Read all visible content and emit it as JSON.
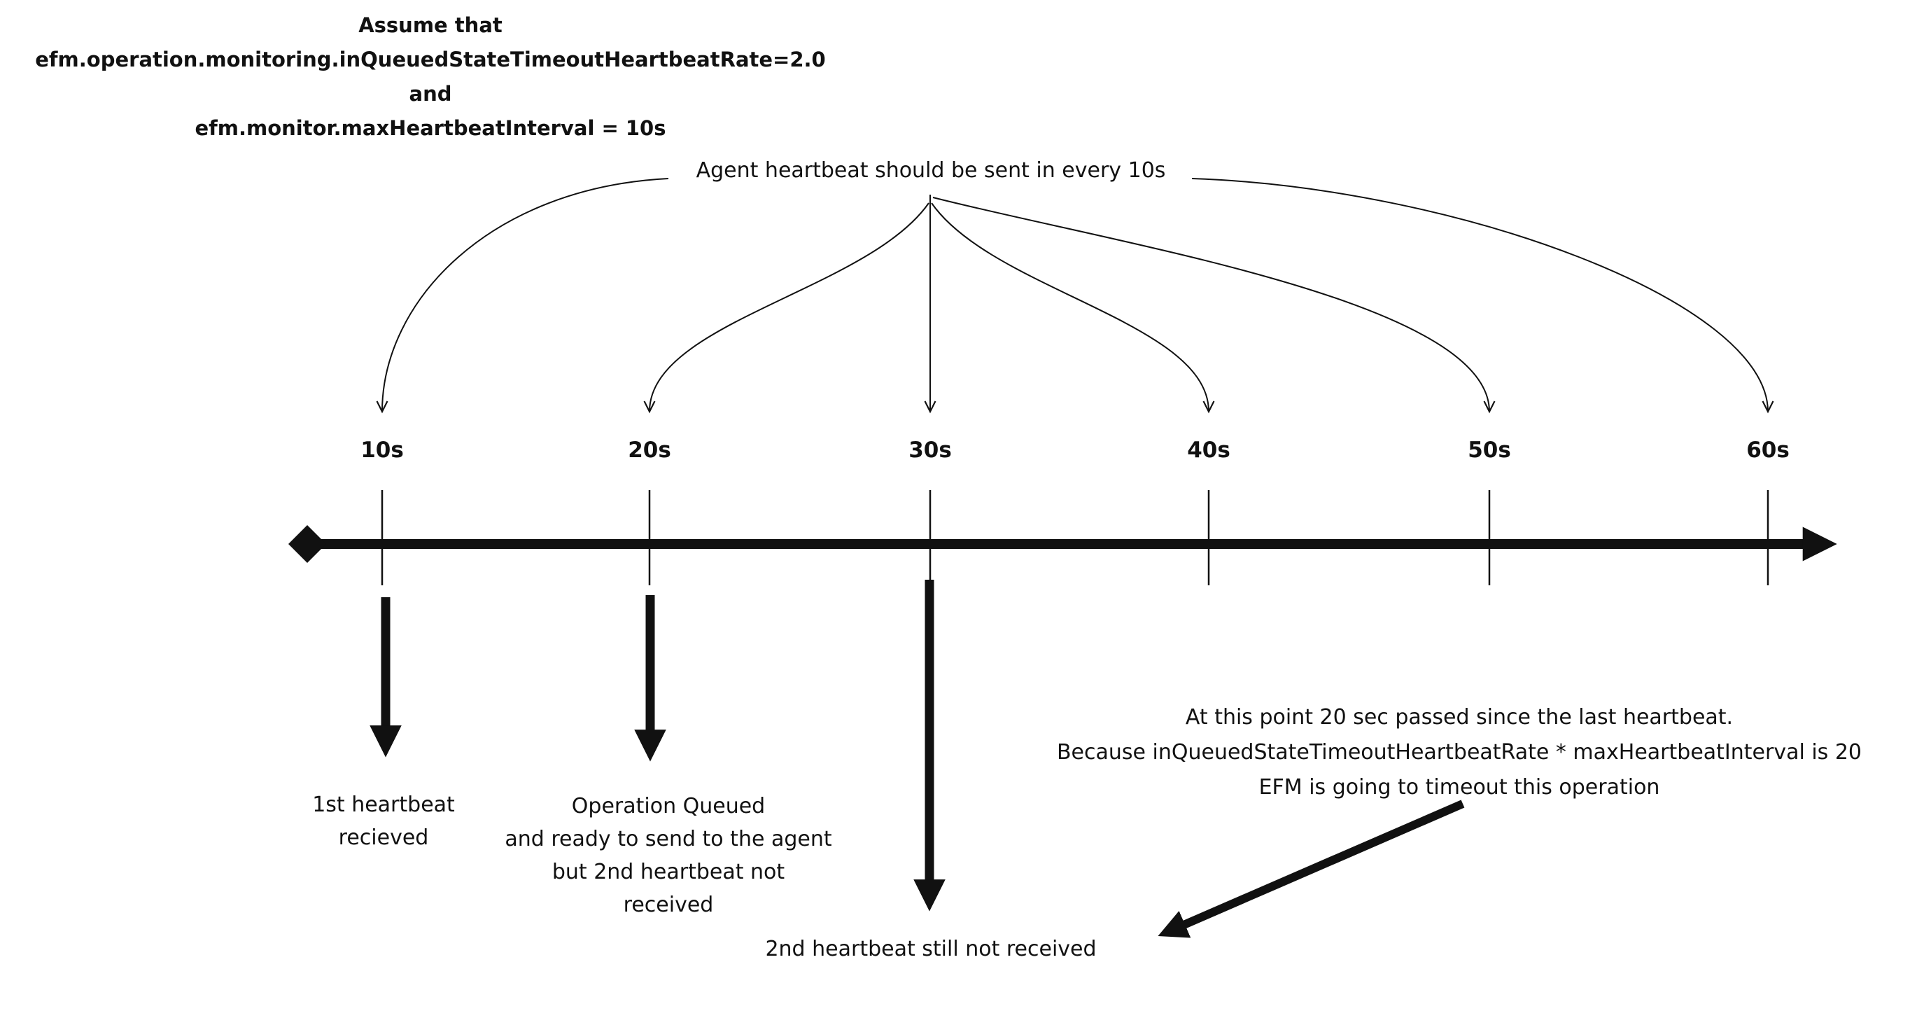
{
  "header": {
    "assumptions": "Assume that\nefm.operation.monitoring.inQueuedStateTimeoutHeartbeatRate=2.0\nand\nefm.monitor.maxHeartbeatInterval = 10s"
  },
  "heartbeat_note": "Agent heartbeat should be sent in every 10s",
  "timeline": {
    "ticks": [
      "10s",
      "20s",
      "30s",
      "40s",
      "50s",
      "60s"
    ]
  },
  "annotations": {
    "first_heartbeat": "1st heartbeat\nrecieved",
    "operation_queued": "Operation Queued\nand ready to send to the agent\nbut 2nd heartbeat not\nreceived",
    "second_heartbeat": "2nd heartbeat still not received",
    "timeout": "At this point 20 sec passed since the last heartbeat.\nBecause inQueuedStateTimeoutHeartbeatRate * maxHeartbeatInterval is 20\nEFM is going to timeout this operation"
  },
  "colors": {
    "ink": "#111111",
    "background": "#ffffff"
  }
}
